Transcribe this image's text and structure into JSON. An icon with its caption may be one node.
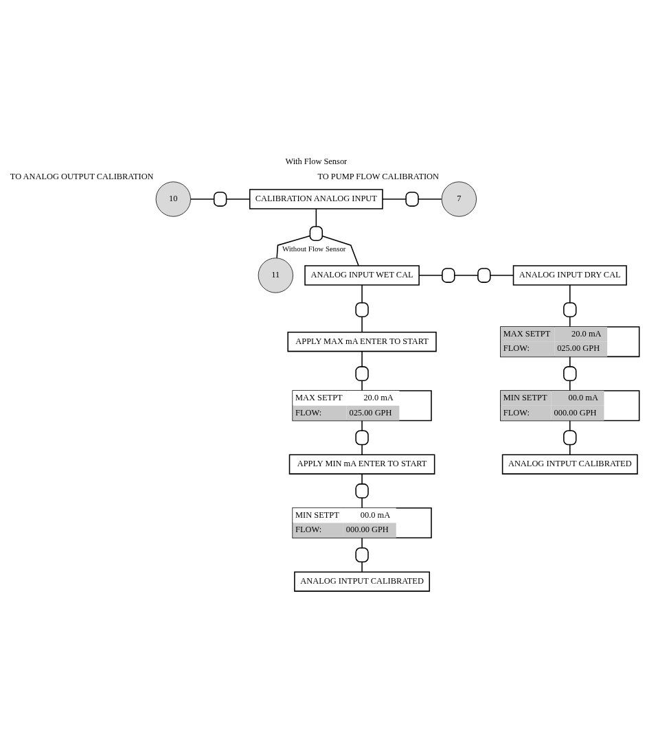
{
  "diagram": {
    "nodes": [
      {
        "text": [
          "10"
        ],
        "beside": [
          "TO ANALOG OUTPUT CALIBRATION"
        ]
      },
      {
        "text": [],
        "shape": "button"
      },
      {
        "text": [
          "CALIBRATION ANALOG INPUT"
        ]
      },
      {
        "text": [],
        "shape": "button"
      },
      {
        "text": [
          "7"
        ],
        "beside": [
          "TO PUMP FLOW CALIBRATION"
        ]
      },
      {
        "text": [],
        "shape": "button"
      },
      {
        "text": [
          "11"
        ]
      },
      {
        "text": [
          "ANALOG INPUT WET CAL"
        ]
      },
      {
        "text": [],
        "shape": "button"
      },
      {
        "text": [],
        "shape": "button"
      },
      {
        "text": [
          "ANALOG INPUT DRY CAL"
        ]
      },
      {
        "text": [],
        "shape": "button"
      },
      {
        "text": [],
        "shape": "button"
      },
      {
        "text": [
          "APPLY MAX mA ENTER TO START"
        ]
      },
      {
        "text": [
          "MAX SETPT",
          "20.0 mA",
          "FLOW:",
          "025.00 GPH"
        ]
      },
      {
        "text": [],
        "shape": "button"
      },
      {
        "text": [],
        "shape": "button"
      },
      {
        "text": [
          "MAX SETPT",
          "20.0 mA",
          "FLOW:",
          "025.00 GPH"
        ]
      },
      {
        "text": [
          "MIN SETPT",
          "00.0 mA",
          "FLOW:",
          "000.00 GPH"
        ]
      },
      {
        "text": [],
        "shape": "button"
      },
      {
        "text": [],
        "shape": "button"
      },
      {
        "text": [
          "APPLY MIN mA ENTER TO START"
        ]
      },
      {
        "text": [
          "ANALOG INTPUT CALIBRATED"
        ]
      },
      {
        "text": [],
        "shape": "button"
      },
      {
        "text": [
          "MIN SETPT",
          "00.0 mA",
          "FLOW:",
          "000.00 GPH"
        ]
      },
      {
        "text": [],
        "shape": "button"
      },
      {
        "text": [
          "ANALOG INTPUT CALIBRATED"
        ]
      }
    ],
    "edges": [
      {
        "from": 0,
        "to": 1,
        "arrow": "none"
      },
      {
        "from": 1,
        "to": 2,
        "arrow": "none"
      },
      {
        "from": 2,
        "to": 3,
        "arrow": "none"
      },
      {
        "from": 3,
        "to": 4,
        "arrow": "none"
      },
      {
        "from": 2,
        "to": 5,
        "arrow": "none"
      },
      {
        "from": 5,
        "to": 6,
        "arrow": "none",
        "label": "Without Flow Sensor"
      },
      {
        "from": 5,
        "to": 7,
        "arrow": "none"
      },
      {
        "from": 7,
        "to": 8,
        "arrow": "none"
      },
      {
        "from": 8,
        "to": 9,
        "arrow": "none"
      },
      {
        "from": 9,
        "to": 10,
        "arrow": "none"
      },
      {
        "from": 7,
        "to": 11,
        "arrow": "none"
      },
      {
        "from": 11,
        "to": 13,
        "arrow": "none"
      },
      {
        "from": 13,
        "to": 15,
        "arrow": "none"
      },
      {
        "from": 15,
        "to": 17,
        "arrow": "none"
      },
      {
        "from": 17,
        "to": 19,
        "arrow": "none"
      },
      {
        "from": 19,
        "to": 21,
        "arrow": "none"
      },
      {
        "from": 21,
        "to": 23,
        "arrow": "none"
      },
      {
        "from": 23,
        "to": 24,
        "arrow": "none"
      },
      {
        "from": 24,
        "to": 25,
        "arrow": "none"
      },
      {
        "from": 25,
        "to": 26,
        "arrow": "none"
      },
      {
        "from": 10,
        "to": 12,
        "arrow": "none"
      },
      {
        "from": 12,
        "to": 14,
        "arrow": "none"
      },
      {
        "from": 14,
        "to": 16,
        "arrow": "none"
      },
      {
        "from": 16,
        "to": 18,
        "arrow": "none"
      },
      {
        "from": 18,
        "to": 20,
        "arrow": "none"
      },
      {
        "from": 20,
        "to": 22,
        "arrow": "none"
      }
    ],
    "labels": [
      "With Flow Sensor"
    ]
  }
}
